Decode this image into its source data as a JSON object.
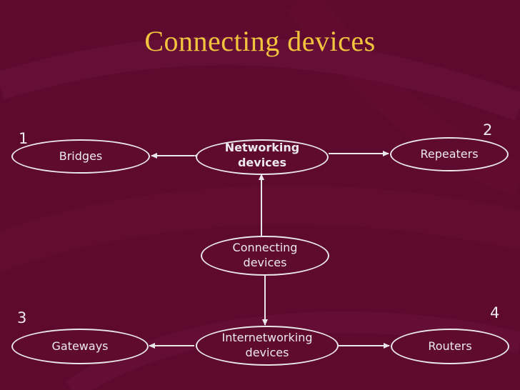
{
  "slide": {
    "title": "Connecting devices"
  },
  "nodes": {
    "networking": "Networking\ndevices",
    "connecting": "Connecting\ndevices",
    "internetworking": "Internetworking\ndevices",
    "bridges": "Bridges",
    "repeaters": "Repeaters",
    "gateways": "Gateways",
    "routers": "Routers"
  },
  "numbers": {
    "one": "1",
    "two": "2",
    "three": "3",
    "four": "4"
  },
  "colors": {
    "background": "#5e0a2e",
    "title": "#f2c43d",
    "lines": "#e9e6ea"
  }
}
